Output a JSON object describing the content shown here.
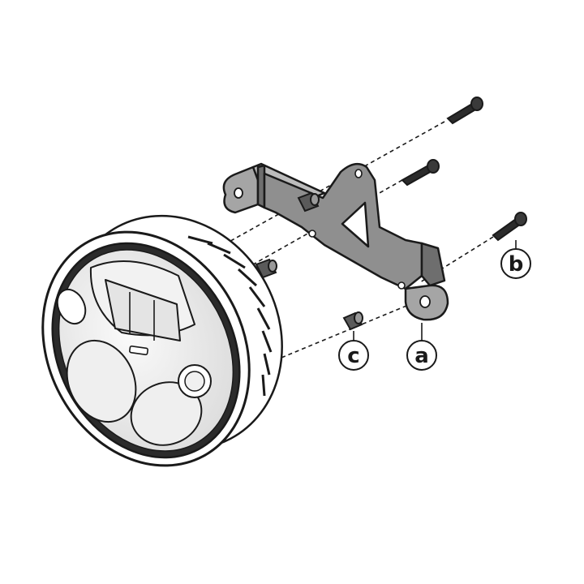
{
  "diagram": {
    "callouts": [
      {
        "id": "a",
        "label": "a"
      },
      {
        "id": "b",
        "label": "b"
      },
      {
        "id": "c",
        "label": "c"
      }
    ]
  },
  "colors": {
    "stroke": "#1a1a1a",
    "bracket_fill": "#8f8f8f",
    "bracket_dark": "#6e6e6e",
    "lens_fill": "#e9e9e9",
    "lens_light": "#f6f6f6",
    "body_dark": "#2b2b2b",
    "background": "#ffffff"
  }
}
